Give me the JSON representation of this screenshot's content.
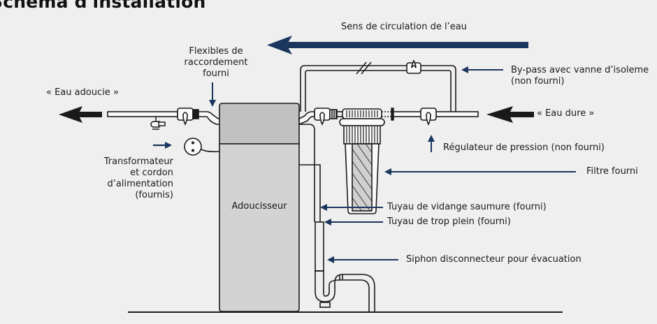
{
  "title": "Schéma d'installation",
  "colors": {
    "accent": "#1b365d",
    "background": "#efefef",
    "softener_top": "#c1c1c1",
    "softener_body": "#d3d3d3",
    "outline": "#1a1a1a"
  },
  "flow_direction": {
    "label": "Sens de circulation de l’eau"
  },
  "labels": {
    "soft_water": "« Eau adoucie »",
    "hard_water": "« Eau dure »",
    "flexibles": [
      "Flexibles de",
      "raccordement",
      "fourni"
    ],
    "bypass": [
      "By-pass avec vanne d’isoleme",
      "(non fourni)"
    ],
    "pressure_regulator": "Régulateur de pression (non fourni)",
    "filter": "Filtre fourni",
    "transformer": [
      "Transformateur",
      "et cordon",
      "d’alimentation",
      "(fournis)"
    ],
    "softener": "Adoucisseur",
    "brine_drain": "Tuyau de vidange saumure (fourni)",
    "overflow": "Tuyau de trop plein (fourni)",
    "siphon": "Siphon disconnecteur pour évacuation"
  },
  "icons": {
    "flow_arrow": "arrow-left-icon",
    "valve": "valve-icon",
    "power_plug": "power-outlet-icon",
    "filter": "water-filter-icon",
    "siphon": "siphon-trap-icon"
  }
}
